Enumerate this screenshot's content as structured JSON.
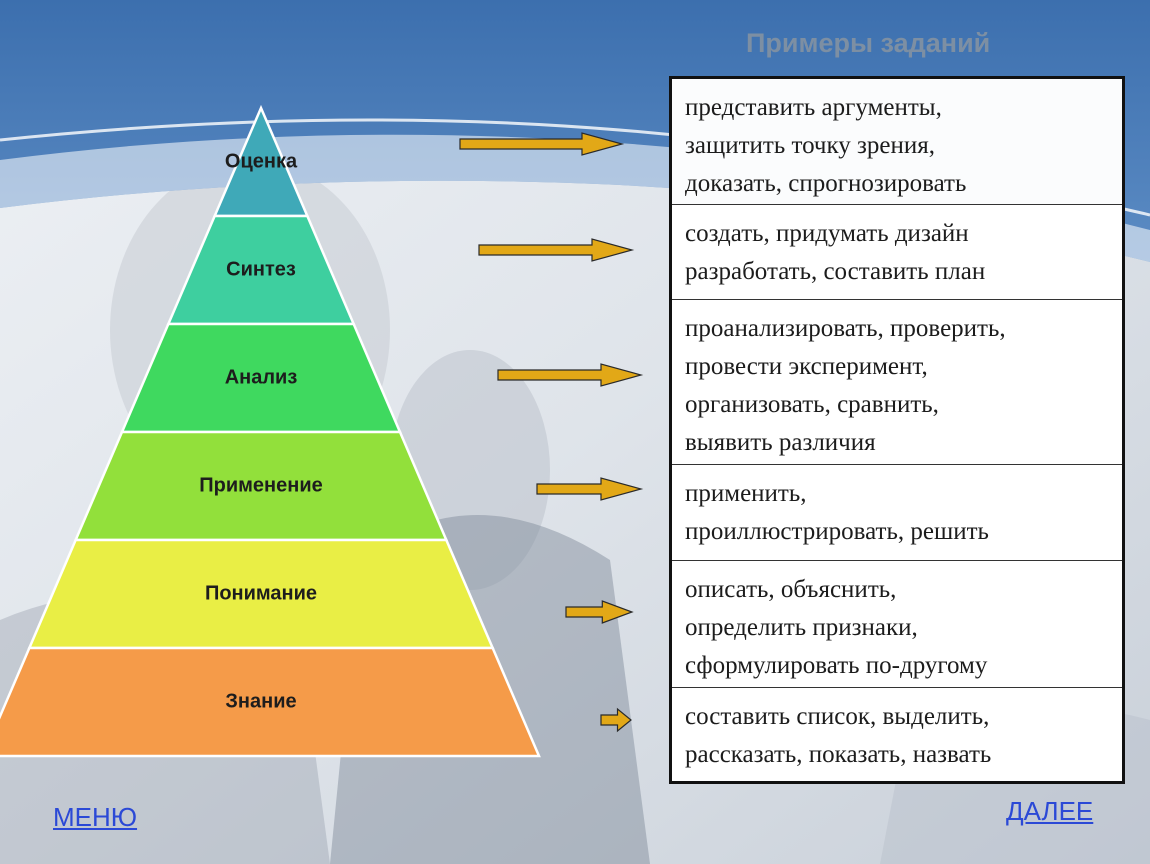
{
  "title": "Примеры заданий",
  "pyramid": {
    "levels": [
      {
        "label": "Оценка",
        "color": "#3fa9b8"
      },
      {
        "label": "Синтез",
        "color": "#3ecf9f"
      },
      {
        "label": "Анализ",
        "color": "#3fd95f"
      },
      {
        "label": "Применение",
        "color": "#92e03b"
      },
      {
        "label": "Понимание",
        "color": "#e9ee45"
      },
      {
        "label": "Знание",
        "color": "#f59b49"
      }
    ]
  },
  "arrow_color": "#e2a817",
  "examples": [
    {
      "lines": [
        "представить аргументы,",
        "защитить точку зрения,",
        "доказать, спрогнозировать"
      ]
    },
    {
      "lines": [
        "создать, придумать дизайн",
        "разработать, составить план"
      ]
    },
    {
      "lines": [
        "проанализировать, проверить,",
        "провести эксперимент,",
        "организовать, сравнить,",
        "выявить различия"
      ]
    },
    {
      "lines": [
        "применить,",
        "проиллюстрировать, решить"
      ]
    },
    {
      "lines": [
        "описать, объяснить,",
        "определить признаки,",
        "сформулировать по-другому"
      ]
    },
    {
      "lines": [
        "составить список, выделить,",
        "рассказать, показать, назвать"
      ]
    }
  ],
  "nav": {
    "menu": "МЕНЮ",
    "next": "ДАЛЕЕ"
  }
}
